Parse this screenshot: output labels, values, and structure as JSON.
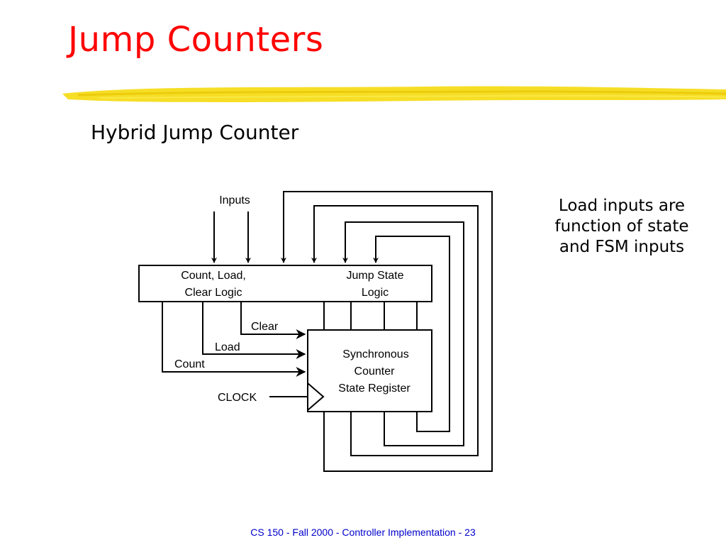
{
  "slide": {
    "title": "Jump Counters",
    "subtitle": "Hybrid Jump Counter",
    "accent_color": "#ff0000",
    "highlight_color": "#f5d800"
  },
  "note": {
    "lines": [
      "Load inputs are",
      "function of state",
      "and FSM inputs"
    ]
  },
  "diagram": {
    "inputs_label": "Inputs",
    "logic_block": {
      "left_line1": "Count, Load,",
      "left_line2": "Clear Logic",
      "right_line1": "Jump State",
      "right_line2": "Logic"
    },
    "register_block": {
      "line1": "Synchronous",
      "line2": "Counter",
      "line3": "State Register"
    },
    "signals": {
      "clear": "Clear",
      "load": "Load",
      "count": "Count",
      "clock": "CLOCK"
    }
  },
  "footer": {
    "text": "CS 150 - Fall 2000 - Controller Implementation - 23",
    "color": "#0000cc"
  }
}
